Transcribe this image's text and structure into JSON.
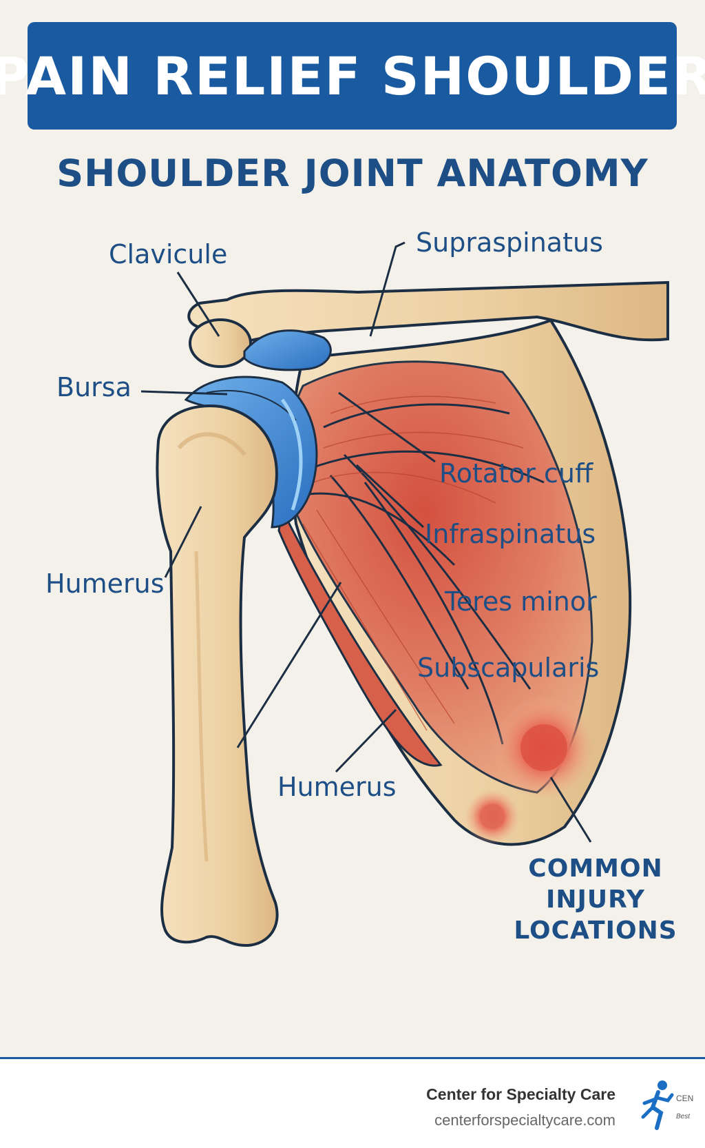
{
  "header": {
    "title": "PAIN RELIEF SHOULDER",
    "subtitle": "SHOULDER JOINT ANATOMY"
  },
  "labels": {
    "clavicule": "Clavicule",
    "supraspinatus": "Supraspinatus",
    "bursa": "Bursa",
    "rotator_cuff": "Rotator cuff",
    "infraspinatus": "Infraspinatus",
    "humerus_upper": "Humerus",
    "teres_minor": "Teres minor",
    "subscapularis": "Subscapularis",
    "humerus_lower": "Humerus",
    "injury_locations": "COMMON INJURY LOCATIONS"
  },
  "footer": {
    "organization": "Center for Specialty Care",
    "website": "centerforspecialtycare.com",
    "logo_text": "CEN",
    "logo_tagline": "Best"
  },
  "colors": {
    "banner": "#1a5aa1",
    "label_text": "#1d4f86",
    "bone": "#edd2a6",
    "bone_outline": "#1c2e44",
    "muscle": "#d65c48",
    "bursa": "#3f8fd6",
    "background": "#f4f1ea"
  }
}
